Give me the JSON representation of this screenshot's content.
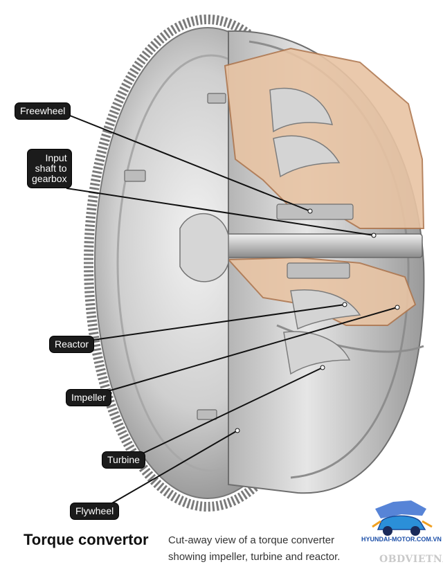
{
  "labels": {
    "freewheel": "Freewheel",
    "input_shaft": "Input\nshaft to\ngearbox",
    "reactor": "Reactor",
    "impeller": "Impeller",
    "turbine": "Turbine",
    "flywheel": "Flywheel"
  },
  "caption": {
    "title": "Torque convertor",
    "text": "Cut-away view of a torque converter showing impeller, turbine and reactor."
  },
  "watermark": {
    "url": "HYUNDAI-MOTOR.COM.VN",
    "brand": "OBDVIETNAM"
  },
  "colors": {
    "metal_light": "#e2e2e2",
    "metal_dark": "#8c8c8c",
    "section_fill": "#e8c4a4",
    "label_bg": "#1b1b1b"
  }
}
